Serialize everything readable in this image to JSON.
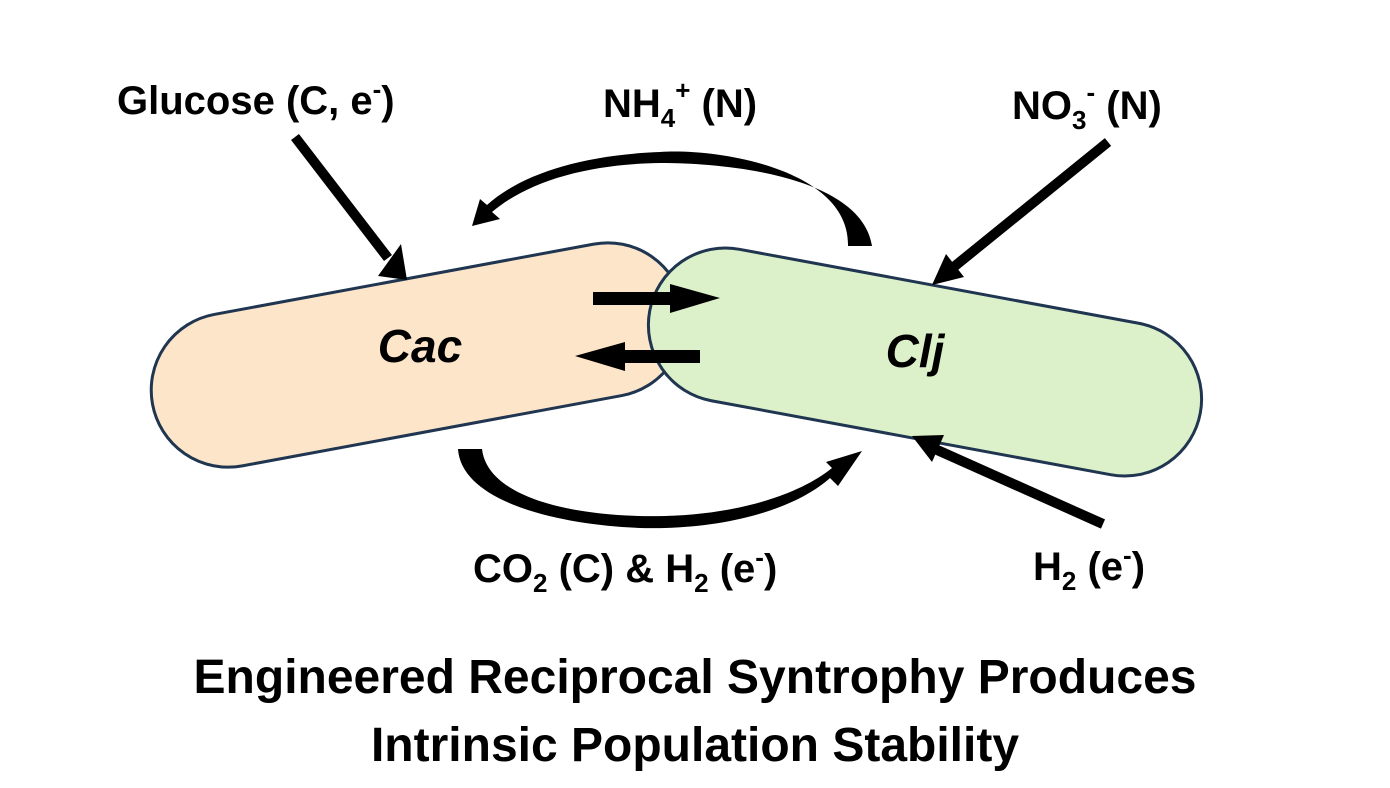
{
  "colors": {
    "cac_fill": "#FDE5CA",
    "clj_fill": "#DCF0C9",
    "cell_stroke": "#1F3550",
    "arrow": "#000000",
    "text": "#000000"
  },
  "cells": {
    "cac": {
      "name": "Cac"
    },
    "clj": {
      "name": "Clj"
    }
  },
  "inputs": {
    "glucose": {
      "main": "Glucose (C, e",
      "sup": "-",
      "tail": ")"
    },
    "nitrate": {
      "a": "NO",
      "sub": "3",
      "sup": "-",
      "tail": " (N)"
    },
    "hydrogen": {
      "a": "H",
      "sub": "2",
      "b": " (e",
      "sup": "-",
      "tail": ")"
    }
  },
  "exchanges": {
    "ammonium": {
      "a": "NH",
      "sub": "4",
      "sup": "+",
      "tail": " (N)"
    },
    "co2_h2": {
      "a": "CO",
      "sub1": "2",
      "b": " (C) & H",
      "sub2": "2",
      "c": " (e",
      "sup": "-",
      "tail": ")"
    }
  },
  "title": {
    "line1": "Engineered Reciprocal Syntrophy Produces",
    "line2": "Intrinsic Population Stability"
  }
}
